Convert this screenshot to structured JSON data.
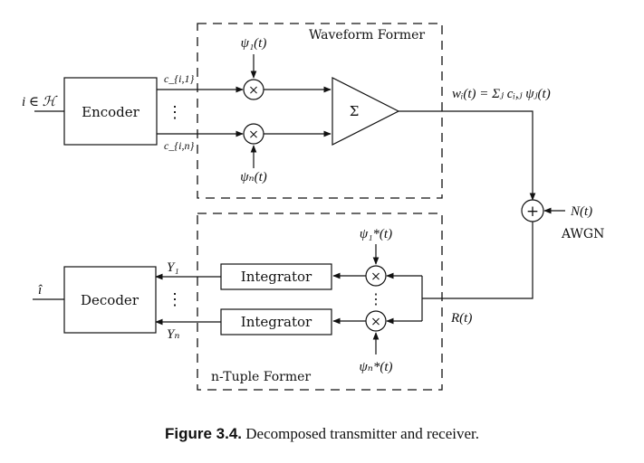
{
  "blocks": {
    "encoder": "Encoder",
    "decoder": "Decoder",
    "integrator_top": "Integrator",
    "integrator_bottom": "Integrator",
    "sum_symbol": "Σ",
    "adder_symbol": "+",
    "multiplier_symbol": "×"
  },
  "regions": {
    "waveform_former": "Waveform Former",
    "ntuple_former": "n-Tuple Former"
  },
  "signals": {
    "input": "i ∈ ℋ",
    "output": "î",
    "c_first": "c_{i,1}",
    "c_last": "c_{i,n}",
    "psi_first": "ψ₁(t)",
    "psi_last": "ψₙ(t)",
    "psi_conj_first": "ψ₁*(t)",
    "psi_conj_last": "ψₙ*(t)",
    "waveform": "wᵢ(t) = Σⱼ cᵢ,ⱼ ψⱼ(t)",
    "noise": "N(t)",
    "noise_type": "AWGN",
    "received": "R(t)",
    "y_first": "Y₁",
    "y_last": "Yₙ",
    "dots": "⋮"
  },
  "caption": {
    "number": "Figure 3.4.",
    "text": "Decomposed transmitter and receiver."
  }
}
